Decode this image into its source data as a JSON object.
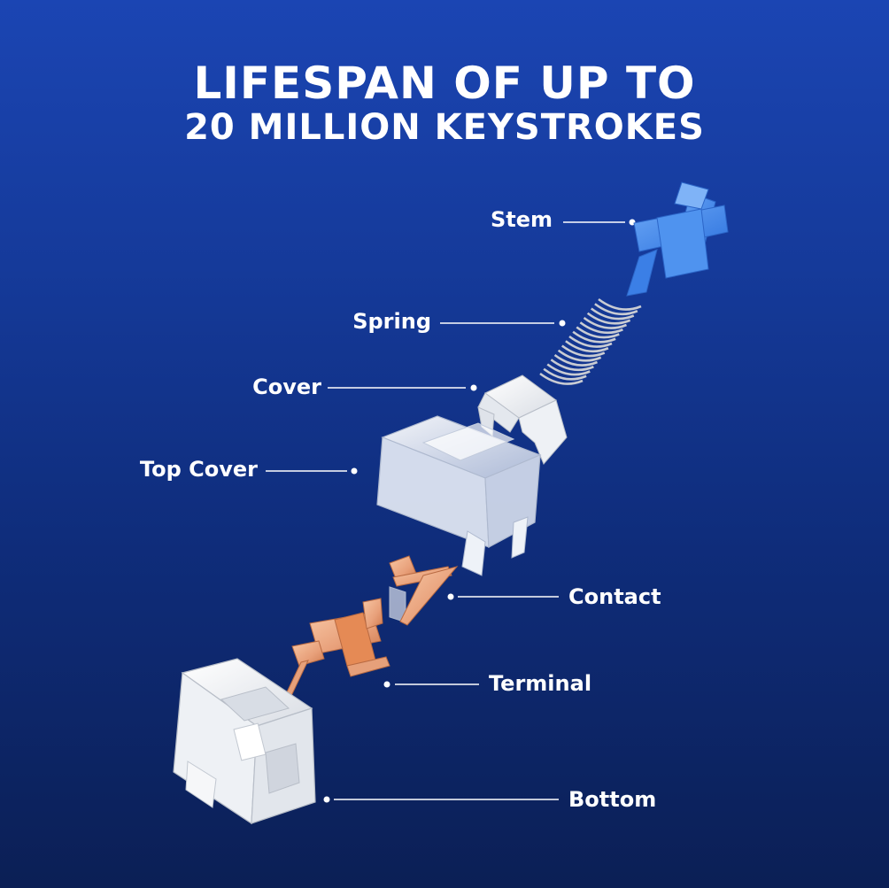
{
  "heading": {
    "line1": "LIFESPAN OF UP TO",
    "line2": "20 MILLION KEYSTROKES"
  },
  "parts": [
    {
      "key": "stem",
      "label": "Stem"
    },
    {
      "key": "spring",
      "label": "Spring"
    },
    {
      "key": "cover",
      "label": "Cover"
    },
    {
      "key": "top-cover",
      "label": "Top Cover"
    },
    {
      "key": "contact",
      "label": "Contact"
    },
    {
      "key": "terminal",
      "label": "Terminal"
    },
    {
      "key": "bottom",
      "label": "Bottom"
    }
  ],
  "colors": {
    "background_top": "#1b45b3",
    "background_bottom": "#0b1f55",
    "stem": "#3e86ea",
    "metal": "#e3a07a",
    "housing": "#f2f2f2"
  }
}
